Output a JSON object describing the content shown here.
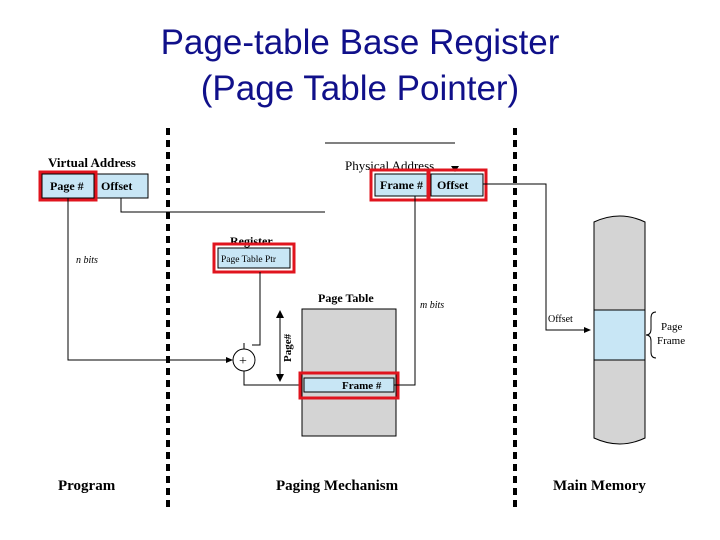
{
  "slide": {
    "title_line1": "Page-table Base Register",
    "title_line2": "(Page Table Pointer)"
  },
  "diagram": {
    "virtual_address": {
      "label": "Virtual Address",
      "page_field": "Page #",
      "offset_field": "Offset"
    },
    "physical_address": {
      "label": "Physical Address",
      "frame_field": "Frame #",
      "offset_field": "Offset"
    },
    "register": {
      "label": "Register",
      "content": "Page Table Ptr"
    },
    "page_table": {
      "label": "Page Table",
      "entry": "Frame #",
      "index_label": "Page#"
    },
    "adder_symbol": "+",
    "n_bits_left": "n bits",
    "m_bits": "m bits",
    "main_memory": {
      "offset_label": "Offset",
      "page_frame_label_1": "Page",
      "page_frame_label_2": "Frame"
    },
    "sections": {
      "program": "Program",
      "paging": "Paging Mechanism",
      "memory": "Main Memory"
    },
    "colors": {
      "highlight": "#e0141e",
      "field_fill": "#c8e6f5",
      "table_fill": "#d4d4d4",
      "title": "#10108a"
    }
  }
}
